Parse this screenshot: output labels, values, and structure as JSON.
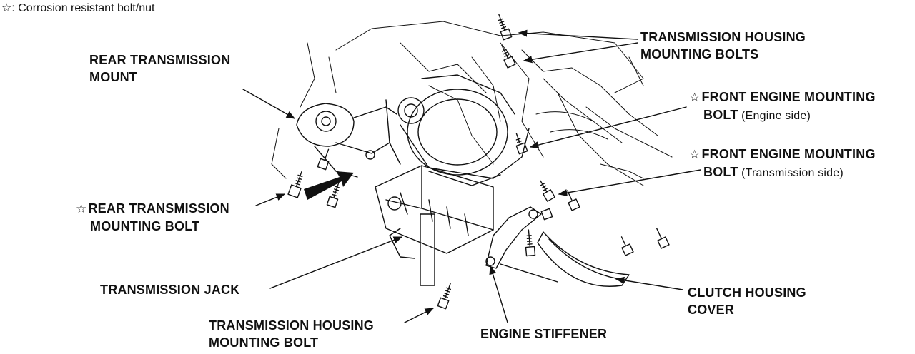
{
  "legend": {
    "symbol": "☆",
    "text": ": Corrosion resistant bolt/nut"
  },
  "labels": {
    "rear_transmission_mount": {
      "line1": "REAR TRANSMISSION",
      "line2": "MOUNT"
    },
    "transmission_housing_mounting_bolts": {
      "line1": "TRANSMISSION HOUSING",
      "line2": "MOUNTING BOLTS"
    },
    "front_engine_mounting_bolt_engine": {
      "star": "☆",
      "line1": "FRONT ENGINE MOUNTING",
      "line2_bold": "BOLT",
      "line2_sub": " (Engine side)"
    },
    "front_engine_mounting_bolt_transmission": {
      "star": "☆",
      "line1": "FRONT ENGINE MOUNTING",
      "line2_bold": "BOLT",
      "line2_sub": " (Transmission side)"
    },
    "rear_transmission_mounting_bolt": {
      "star": "☆",
      "line1": "REAR TRANSMISSION",
      "line2": "MOUNTING BOLT"
    },
    "transmission_jack": {
      "line1": "TRANSMISSION JACK"
    },
    "clutch_housing_cover": {
      "line1": "CLUTCH HOUSING",
      "line2": "COVER"
    },
    "transmission_housing_mounting_bolt": {
      "line1": "TRANSMISSION HOUSING",
      "line2": "MOUNTING BOLT"
    },
    "engine_stiffener": {
      "line1": "ENGINE STIFFENER"
    }
  },
  "colors": {
    "ink": "#111111",
    "paper": "#ffffff"
  }
}
